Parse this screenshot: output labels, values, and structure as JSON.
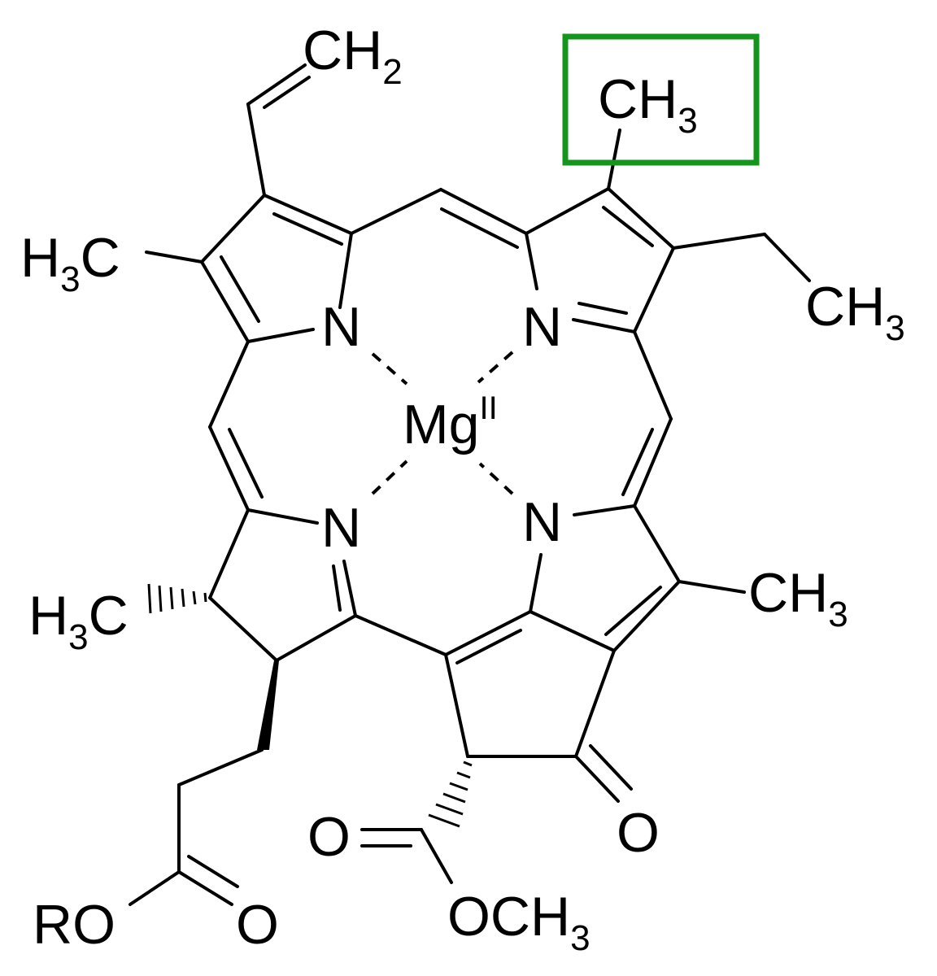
{
  "labels": {
    "vinyl_ch2": {
      "main": "CH",
      "sub": "2"
    },
    "ch3_highlighted": {
      "main": "CH",
      "sub": "3"
    },
    "h3c_top_left": {
      "pre": "H",
      "sub": "3",
      "post": "C"
    },
    "ch3_ethyl": {
      "main": "CH",
      "sub": "3"
    },
    "n_top_left": "N",
    "n_top_right": "N",
    "metal": {
      "symbol": "Mg",
      "oxidation": "II"
    },
    "n_bottom_left": "N",
    "n_bottom_right": "N",
    "h3c_bottom_left": {
      "pre": "H",
      "sub": "3",
      "post": "C"
    },
    "ch3_right": {
      "main": "CH",
      "sub": "3"
    },
    "o_ester_carbonyl": "O",
    "o_ketone": "O",
    "och3": {
      "main": "OCH",
      "sub": "3"
    },
    "ro": "RO",
    "o_propionate": "O"
  },
  "highlight": {
    "target": "ch3_highlighted",
    "color": "#16951c"
  }
}
